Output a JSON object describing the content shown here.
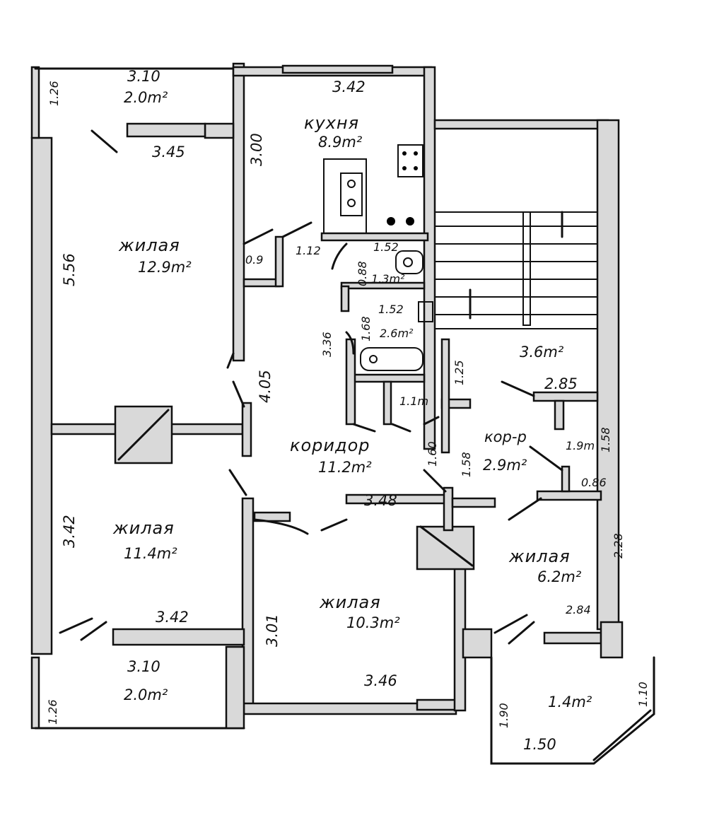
{
  "plan": {
    "rooms": {
      "balcony_top": {
        "width": "3.10",
        "area": "2.0m²",
        "depth": "1.26"
      },
      "kitchen": {
        "name": "кухня",
        "area": "8.9m²",
        "width": "3.42",
        "depth": "3.00"
      },
      "living_1": {
        "name": "жилая",
        "area": "12.9m²",
        "length": "5.56",
        "width": "3.45"
      },
      "wc": {
        "area": "1.3m²",
        "width": "1.52",
        "depth": "0.88"
      },
      "bath": {
        "area": "2.6m²",
        "width": "1.52",
        "depth": "1.68"
      },
      "storage": {
        "area": "3.6m²",
        "width": "2.85",
        "depth": "1.25"
      },
      "closet": {
        "area": "1.1m"
      },
      "corridor": {
        "name": "коридор",
        "area": "11.2m²",
        "length": "4.05",
        "depth": "3.36",
        "width": "3.48",
        "side": "1.60"
      },
      "corridor_2": {
        "name": "кор-р",
        "area": "2.9m²",
        "side_a": "1.58",
        "side_b": "1.58",
        "width": "1.9m",
        "door": "0.86"
      },
      "living_2": {
        "name": "жилая",
        "area": "11.4m²",
        "length": "3.42",
        "width": "3.42"
      },
      "living_3": {
        "name": "жилая",
        "area": "10.3m²",
        "width": "3.46",
        "depth": "3.01"
      },
      "living_4": {
        "name": "жилая",
        "area": "6.2m²",
        "depth": "2.28",
        "width": "2.84"
      },
      "balcony_bottom": {
        "width": "3.10",
        "area": "2.0m²",
        "depth": "1.26"
      },
      "loggia": {
        "area": "1.4m²",
        "width": "1.50",
        "side_a": "1.90",
        "side_b": "1.10"
      },
      "misc": {
        "opening_a": "0.9",
        "opening_b": "1.12"
      }
    }
  }
}
